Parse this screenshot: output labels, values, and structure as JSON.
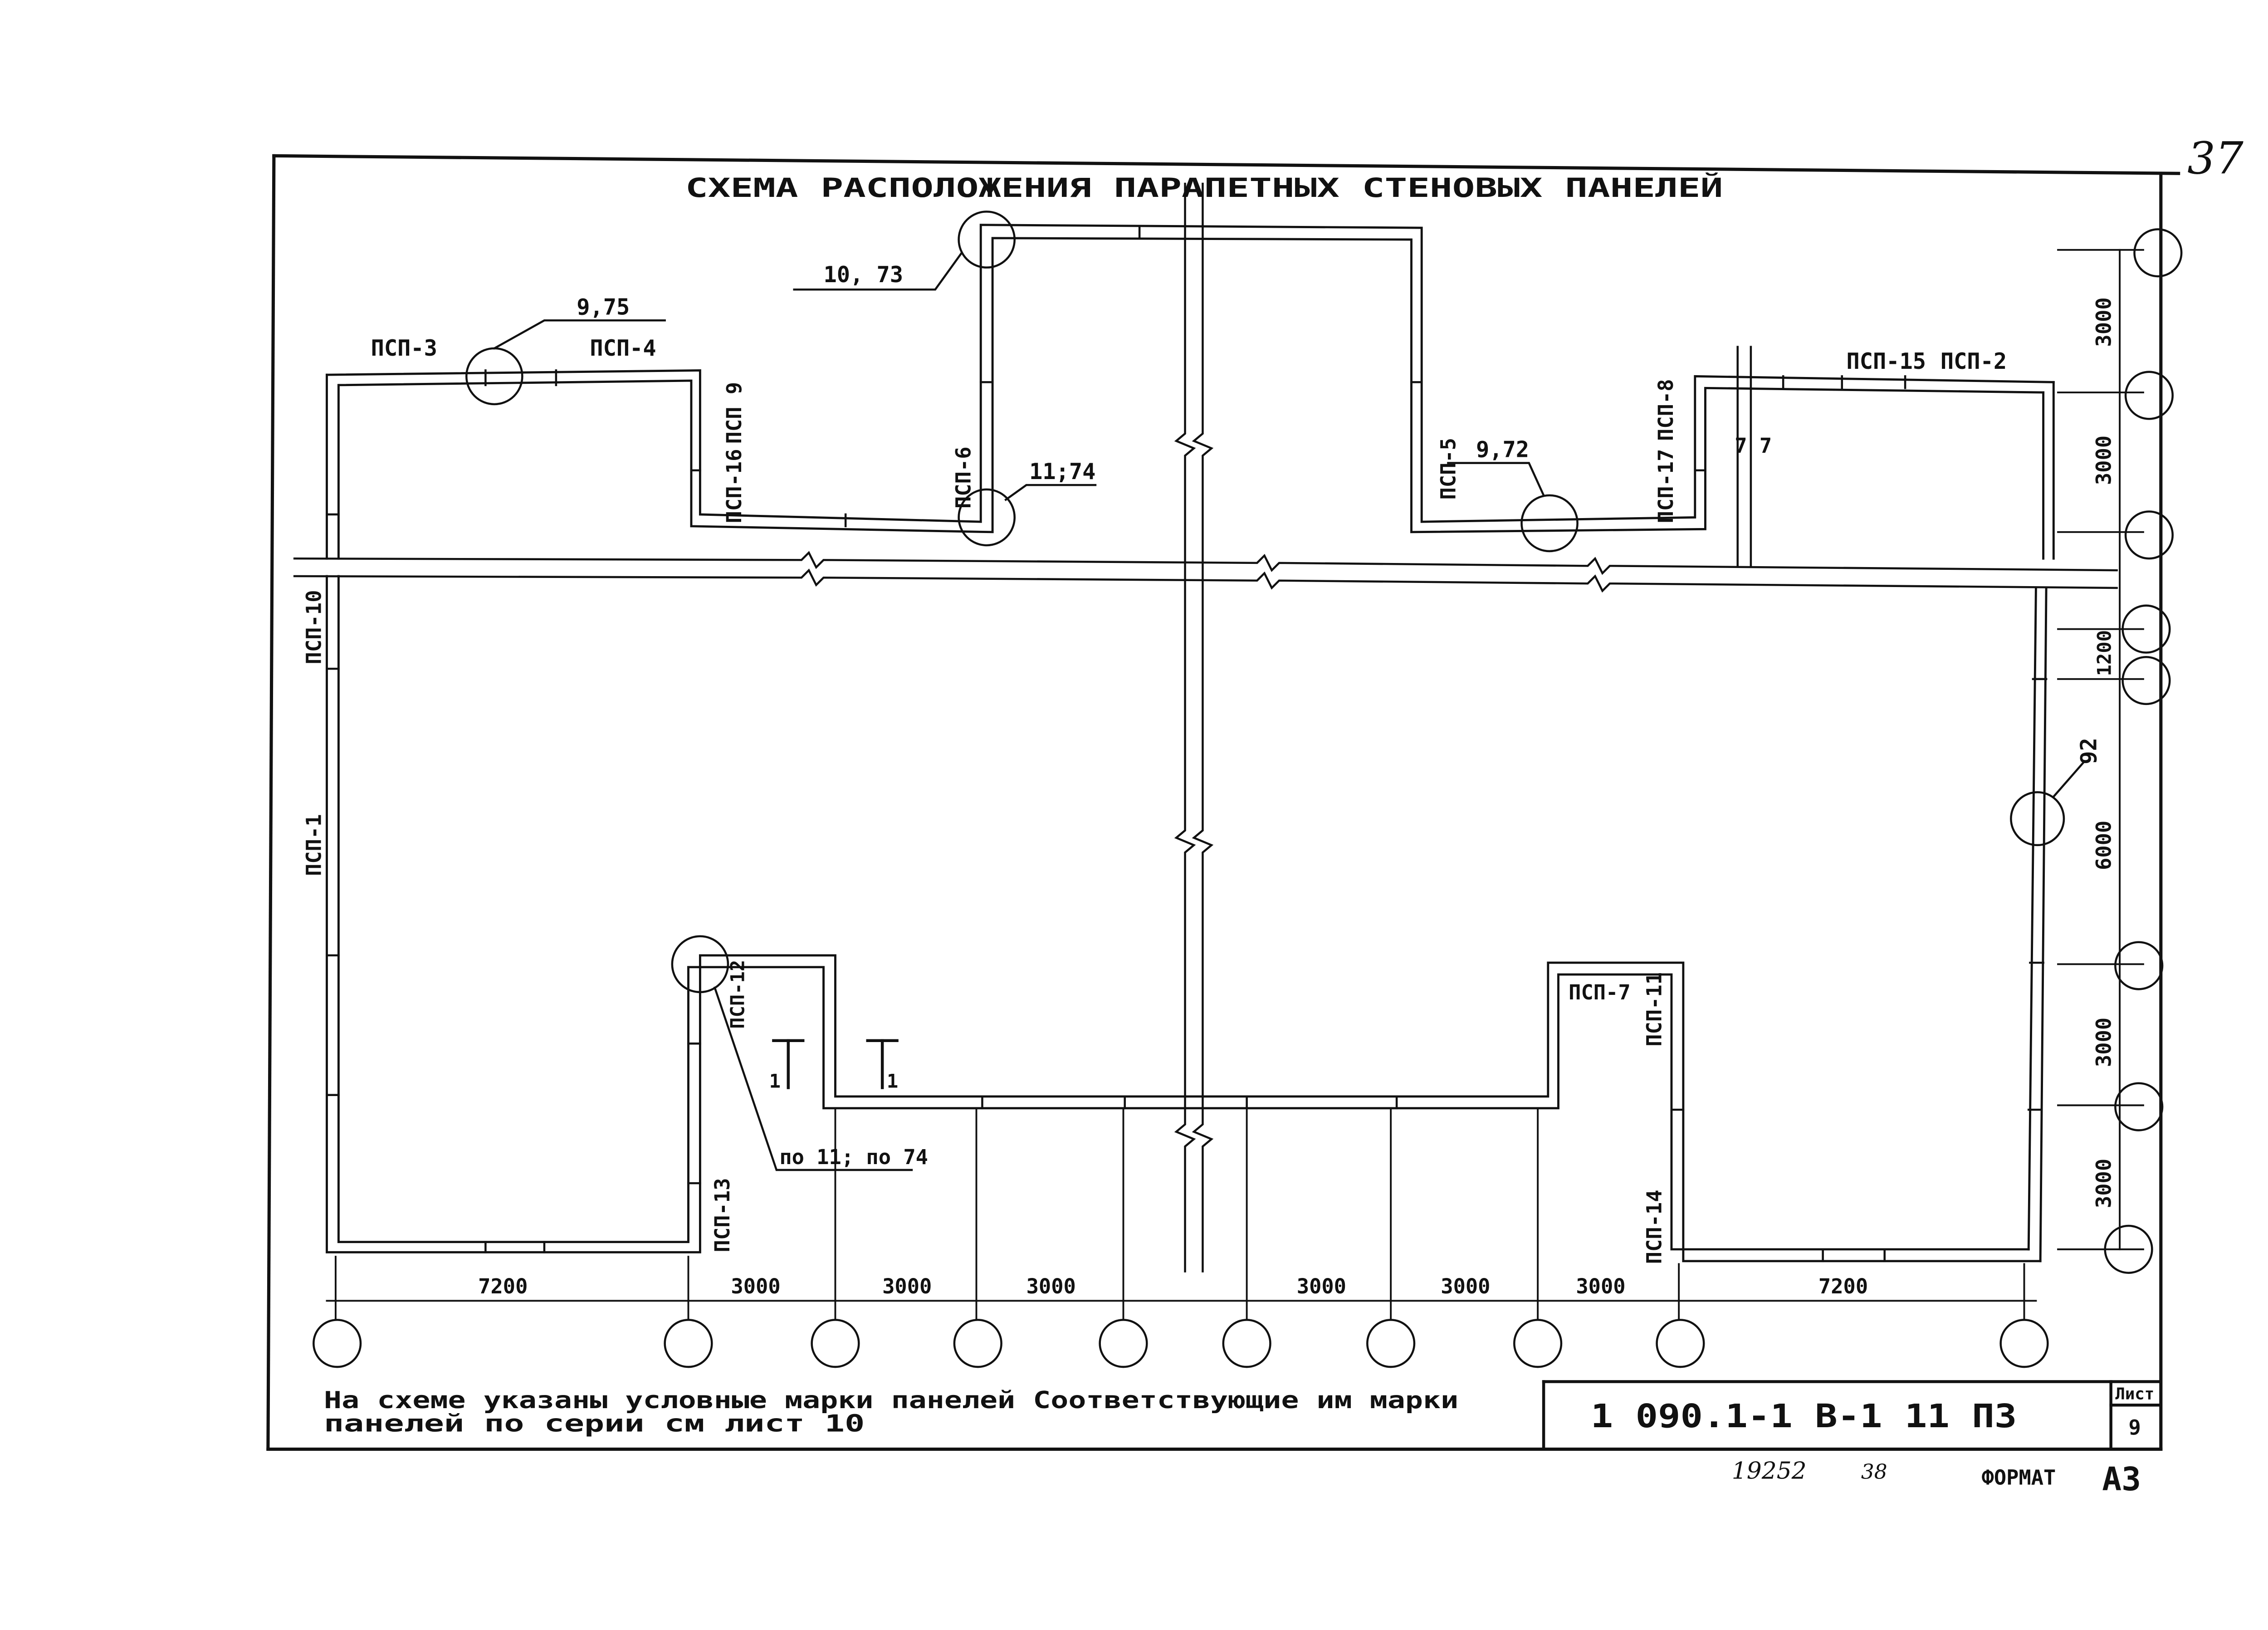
{
  "page_number": "37",
  "title": "СХЕМА РАСПОЛОЖЕНИЯ ПАРАПЕТНЫХ СТЕНОВЫХ ПАНЕЛЕЙ",
  "panels": {
    "psp1": "ПСП-1",
    "psp2": "ПСП-2",
    "psp3": "ПСП-3",
    "psp4": "ПСП-4",
    "psp5": "ПСП-5",
    "psp6": "ПСП-6",
    "psp7": "ПСП-7",
    "psp8": "ПСП-8",
    "psp9": "ПСП 9",
    "psp10": "ПСП-10",
    "psp11": "ПСП-11",
    "psp12": "ПСП-12",
    "psp13": "ПСП-13",
    "psp14": "ПСП-14",
    "psp15": "ПСП-15",
    "psp16": "ПСП-16",
    "psp17": "ПСП-17"
  },
  "callouts": {
    "c975": "9,75",
    "c1073": "10, 73",
    "c1174": "11;74",
    "c972": "9,72",
    "c92": "92",
    "cpo": "по 11; по 74"
  },
  "section_marks": [
    "1",
    "1"
  ],
  "break_mark": "7 7",
  "bottom_dims": [
    "7200",
    "3000",
    "3000",
    "3000",
    "3000",
    "3000",
    "3000",
    "7200"
  ],
  "right_dims": [
    "3000",
    "3000",
    "1200",
    "6000",
    "3000",
    "3000"
  ],
  "note": {
    "line1": "На схеме указаны условные марки панелей Соответствующие им марки",
    "line2": "панелей по серии см лист 10"
  },
  "stamp": {
    "code": "1 090.1-1  В-1   11 ПЗ",
    "sheet_label": "Лист",
    "sheet_number": "9"
  },
  "footer": {
    "inv": "19252",
    "num": "38",
    "format_label": "ФОРМАТ",
    "format_value": "А3"
  }
}
